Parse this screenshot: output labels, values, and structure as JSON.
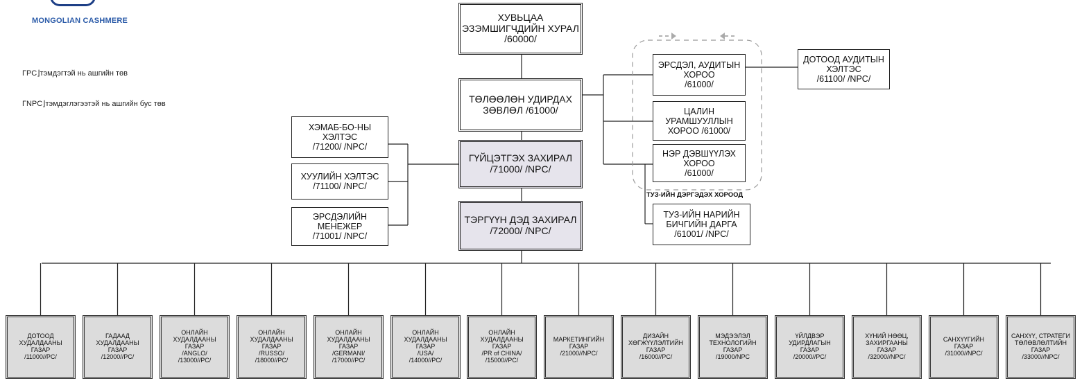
{
  "logo": {
    "text": "MONGOLIAN CASHMERE"
  },
  "legend": {
    "pc": "ГPC⌋тэмдэгтэй нь ашгийн төв",
    "npc": "ГNPC⌋тэмдэглэгээтэй нь ашгийн бус төв"
  },
  "shareholders": {
    "l1": "ХУВЬЦАА",
    "l2": "ЭЗЭМШИГЧДИЙН ХУРАЛ",
    "l3": "/60000/"
  },
  "board": {
    "l1": "ТӨЛӨӨЛӨН УДИРДАХ",
    "l2": "ЗӨВЛӨЛ /61000/"
  },
  "ceo": {
    "l1": "ГҮЙЦЭТГЭХ ЗАХИРАЛ",
    "l2": "/71000/ /NPC/"
  },
  "first_deputy": {
    "l1": "ТЭРГҮҮН ДЭД ЗАХИРАЛ",
    "l2": "/72000/ /NPC/"
  },
  "left_units": [
    {
      "l1": "ХЭМАБ-БО-НЫ",
      "l2": "ХЭЛТЭС",
      "l3": "/71200/ /NPC/"
    },
    {
      "l1": "ХУУЛИЙН ХЭЛТЭС",
      "l2": "/71100/ /NPC/",
      "l3": ""
    },
    {
      "l1": "ЭРСДЭЛИЙН",
      "l2": "МЕНЕЖЕР",
      "l3": "/71001/ /NPC/"
    }
  ],
  "committees": [
    {
      "l1": "ЭРСДЭЛ, АУДИТЫН",
      "l2": "ХОРОО",
      "l3": "/61000/"
    },
    {
      "l1": "ЦАЛИН",
      "l2": "УРАМШУУЛЛЫН",
      "l3": "ХОРОО /61000/"
    },
    {
      "l1": "НЭР ДЭВШҮҮЛЭХ",
      "l2": "ХОРОО",
      "l3": "/61000/"
    }
  ],
  "committees_label": "ТУЗ-ИЙН ДЭРГЭДЭХ ХОРООД",
  "internal_audit": {
    "l1": "ДОТООД АУДИТЫН",
    "l2": "ХЭЛТЭС",
    "l3": "/61100/ /NPC/"
  },
  "board_secretary": {
    "l1": "ТУЗ-ИЙН НАРИЙН",
    "l2": "БИЧГИЙН ДАРГА",
    "l3": "/61001/ /NPC/"
  },
  "departments": [
    [
      "ДОТООД",
      "ХУДАЛДААНЫ",
      "ГАЗАР",
      "/11000//PC/"
    ],
    [
      "ГАДААД",
      "ХУДАЛДААНЫ",
      "ГАЗАР",
      "/12000//PC/"
    ],
    [
      "ОНЛАЙН",
      "ХУДАЛДААНЫ",
      "ГАЗАР",
      "/ANGLO/",
      "/13000//PC/"
    ],
    [
      "ОНЛАЙН",
      "ХУДАЛДААНЫ",
      "ГАЗАР",
      "/RUSSO/",
      "/18000//PC/"
    ],
    [
      "ОНЛАЙН",
      "ХУДАЛДААНЫ",
      "ГАЗАР",
      "/GERMANI/",
      "/17000//PC/"
    ],
    [
      "ОНЛАЙН",
      "ХУДАЛДААНЫ",
      "ГАЗАР",
      "/USA/",
      "/14000//PC/"
    ],
    [
      "ОНЛАЙН",
      "ХУДАЛДААНЫ",
      "ГАЗАР",
      "/PR of CHINA/",
      "/15000//PC/"
    ],
    [
      "МАРКЕТИНГИЙН",
      "ГАЗАР",
      "/21000//NPC/"
    ],
    [
      "ДИЗАЙН",
      "ХӨГЖҮҮЛЭЛТИЙН",
      "ГАЗАР",
      "/16000//PC/"
    ],
    [
      "МЭДЭЭЛЭЛ",
      "ТЕХНОЛОГИЙН",
      "ГАЗАР",
      "/19000/NPC"
    ],
    [
      "ҮЙЛДВЭР",
      "УДИРДЛАГЫН",
      "ГАЗАР",
      "/20000//PC/"
    ],
    [
      "ХҮНИЙ НӨӨЦ,",
      "ЗАХИРГААНЫ",
      "ГАЗАР",
      "/32000//NPC/"
    ],
    [
      "САНХҮҮГИЙН",
      "ГАЗАР",
      "/31000//NPC/"
    ],
    [
      "САНХҮҮ, СТРАТЕГИ",
      "ТӨЛӨВЛӨЛТИЙН",
      "ГАЗАР",
      "/33000//NPC/"
    ]
  ]
}
